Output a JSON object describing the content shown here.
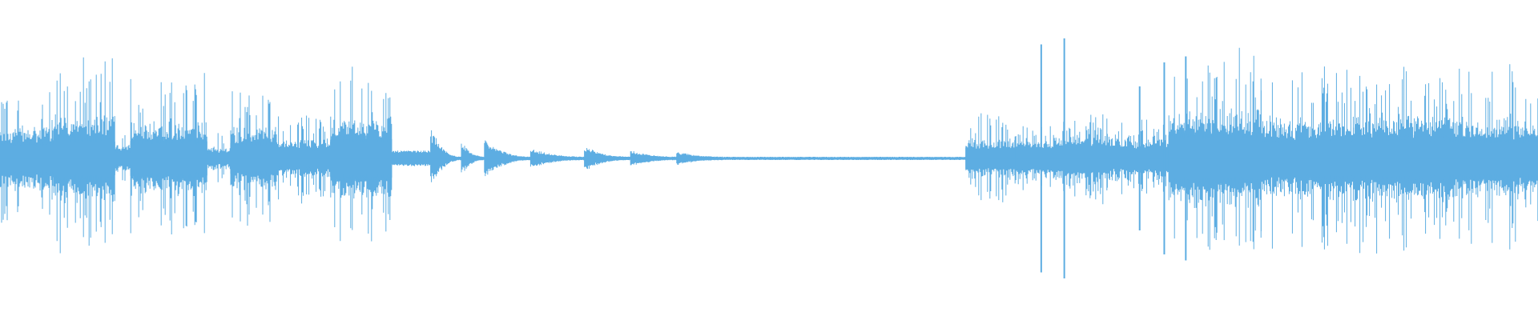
{
  "waveform": {
    "color": "#5dade2",
    "background": "#ffffff",
    "segments": [
      {
        "start": 0.0,
        "end": 0.035,
        "amplitude": 0.55,
        "kind": "dense"
      },
      {
        "start": 0.035,
        "end": 0.075,
        "amplitude": 0.75,
        "kind": "dense"
      },
      {
        "start": 0.075,
        "end": 0.085,
        "amplitude": 0.25,
        "kind": "dense"
      },
      {
        "start": 0.085,
        "end": 0.135,
        "amplitude": 0.65,
        "kind": "dense"
      },
      {
        "start": 0.135,
        "end": 0.15,
        "amplitude": 0.2,
        "kind": "dense"
      },
      {
        "start": 0.15,
        "end": 0.18,
        "amplitude": 0.55,
        "kind": "dense"
      },
      {
        "start": 0.18,
        "end": 0.215,
        "amplitude": 0.35,
        "kind": "dense"
      },
      {
        "start": 0.215,
        "end": 0.255,
        "amplitude": 0.72,
        "kind": "dense"
      },
      {
        "start": 0.255,
        "end": 0.28,
        "amplitude": 0.05,
        "kind": "flat"
      },
      {
        "start": 0.28,
        "end": 0.3,
        "amplitude": 0.22,
        "kind": "decay"
      },
      {
        "start": 0.3,
        "end": 0.315,
        "amplitude": 0.12,
        "kind": "decay"
      },
      {
        "start": 0.315,
        "end": 0.345,
        "amplitude": 0.14,
        "kind": "decay"
      },
      {
        "start": 0.345,
        "end": 0.38,
        "amplitude": 0.06,
        "kind": "decay"
      },
      {
        "start": 0.38,
        "end": 0.41,
        "amplitude": 0.08,
        "kind": "decay"
      },
      {
        "start": 0.41,
        "end": 0.44,
        "amplitude": 0.05,
        "kind": "decay"
      },
      {
        "start": 0.44,
        "end": 0.47,
        "amplitude": 0.04,
        "kind": "decay"
      },
      {
        "start": 0.47,
        "end": 0.628,
        "amplitude": 0.005,
        "kind": "flat"
      },
      {
        "start": 0.628,
        "end": 0.66,
        "amplitude": 0.35,
        "kind": "dense"
      },
      {
        "start": 0.66,
        "end": 0.69,
        "amplitude": 0.45,
        "kind": "sparse"
      },
      {
        "start": 0.69,
        "end": 0.72,
        "amplitude": 0.6,
        "kind": "sparse"
      },
      {
        "start": 0.72,
        "end": 0.76,
        "amplitude": 0.45,
        "kind": "sparse"
      },
      {
        "start": 0.76,
        "end": 0.82,
        "amplitude": 0.85,
        "kind": "dense"
      },
      {
        "start": 0.82,
        "end": 0.88,
        "amplitude": 0.7,
        "kind": "dense"
      },
      {
        "start": 0.88,
        "end": 0.94,
        "amplitude": 0.75,
        "kind": "dense"
      },
      {
        "start": 0.94,
        "end": 1.0,
        "amplitude": 0.7,
        "kind": "dense"
      }
    ],
    "spikes": [
      {
        "at": 0.677,
        "amplitude": 0.95
      },
      {
        "at": 0.692,
        "amplitude": 1.0
      },
      {
        "at": 0.741,
        "amplitude": 0.6
      },
      {
        "at": 0.757,
        "amplitude": 0.8
      },
      {
        "at": 0.771,
        "amplitude": 0.85
      }
    ]
  }
}
